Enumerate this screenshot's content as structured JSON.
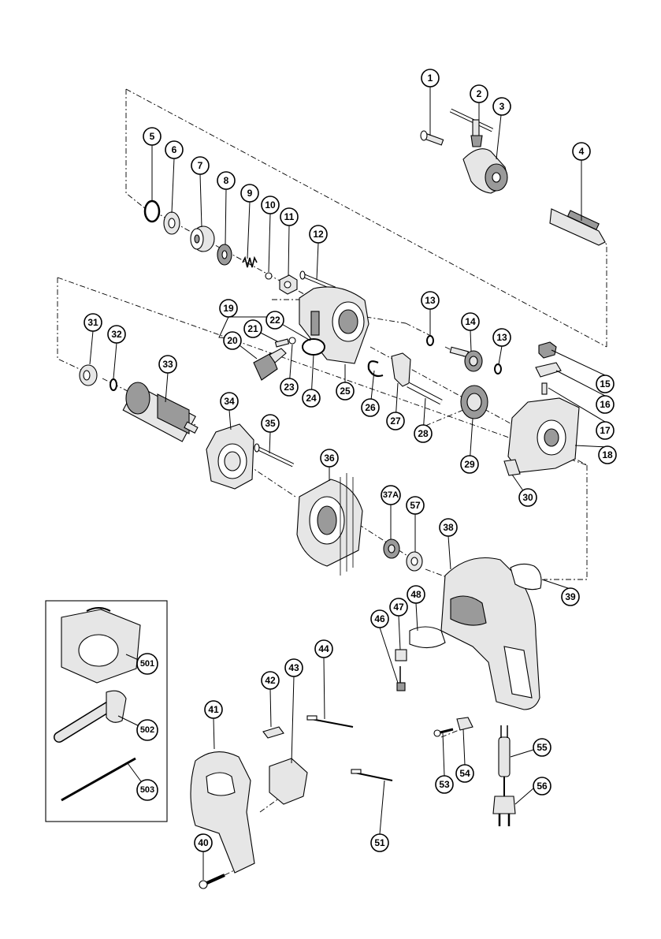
{
  "diagram": {
    "type": "exploded parts diagram",
    "parts": [
      {
        "id": "p1",
        "label": "1"
      },
      {
        "id": "p2",
        "label": "2"
      },
      {
        "id": "p3",
        "label": "3"
      },
      {
        "id": "p4",
        "label": "4"
      },
      {
        "id": "p5",
        "label": "5"
      },
      {
        "id": "p6",
        "label": "6"
      },
      {
        "id": "p7",
        "label": "7"
      },
      {
        "id": "p8",
        "label": "8"
      },
      {
        "id": "p9",
        "label": "9"
      },
      {
        "id": "p10",
        "label": "10"
      },
      {
        "id": "p11",
        "label": "11"
      },
      {
        "id": "p12",
        "label": "12"
      },
      {
        "id": "p13a",
        "label": "13"
      },
      {
        "id": "p13b",
        "label": "13"
      },
      {
        "id": "p14",
        "label": "14"
      },
      {
        "id": "p15",
        "label": "15"
      },
      {
        "id": "p16",
        "label": "16"
      },
      {
        "id": "p17",
        "label": "17"
      },
      {
        "id": "p18",
        "label": "18"
      },
      {
        "id": "p19",
        "label": "19"
      },
      {
        "id": "p20",
        "label": "20"
      },
      {
        "id": "p21",
        "label": "21"
      },
      {
        "id": "p22",
        "label": "22"
      },
      {
        "id": "p23",
        "label": "23"
      },
      {
        "id": "p24",
        "label": "24"
      },
      {
        "id": "p25",
        "label": "25"
      },
      {
        "id": "p26",
        "label": "26"
      },
      {
        "id": "p27",
        "label": "27"
      },
      {
        "id": "p28",
        "label": "28"
      },
      {
        "id": "p29",
        "label": "29"
      },
      {
        "id": "p30",
        "label": "30"
      },
      {
        "id": "p31",
        "label": "31"
      },
      {
        "id": "p32",
        "label": "32"
      },
      {
        "id": "p33",
        "label": "33"
      },
      {
        "id": "p34",
        "label": "34"
      },
      {
        "id": "p35",
        "label": "35"
      },
      {
        "id": "p36",
        "label": "36"
      },
      {
        "id": "p37A",
        "label": "37A"
      },
      {
        "id": "p38",
        "label": "38"
      },
      {
        "id": "p39",
        "label": "39"
      },
      {
        "id": "p40",
        "label": "40"
      },
      {
        "id": "p41",
        "label": "41"
      },
      {
        "id": "p42",
        "label": "42"
      },
      {
        "id": "p43",
        "label": "43"
      },
      {
        "id": "p44",
        "label": "44"
      },
      {
        "id": "p46",
        "label": "46"
      },
      {
        "id": "p47",
        "label": "47"
      },
      {
        "id": "p48",
        "label": "48"
      },
      {
        "id": "p51",
        "label": "51"
      },
      {
        "id": "p53",
        "label": "53"
      },
      {
        "id": "p54",
        "label": "54"
      },
      {
        "id": "p55",
        "label": "55"
      },
      {
        "id": "p56",
        "label": "56"
      },
      {
        "id": "p57",
        "label": "57"
      },
      {
        "id": "p501",
        "label": "501"
      },
      {
        "id": "p502",
        "label": "502"
      },
      {
        "id": "p503",
        "label": "503"
      }
    ]
  }
}
